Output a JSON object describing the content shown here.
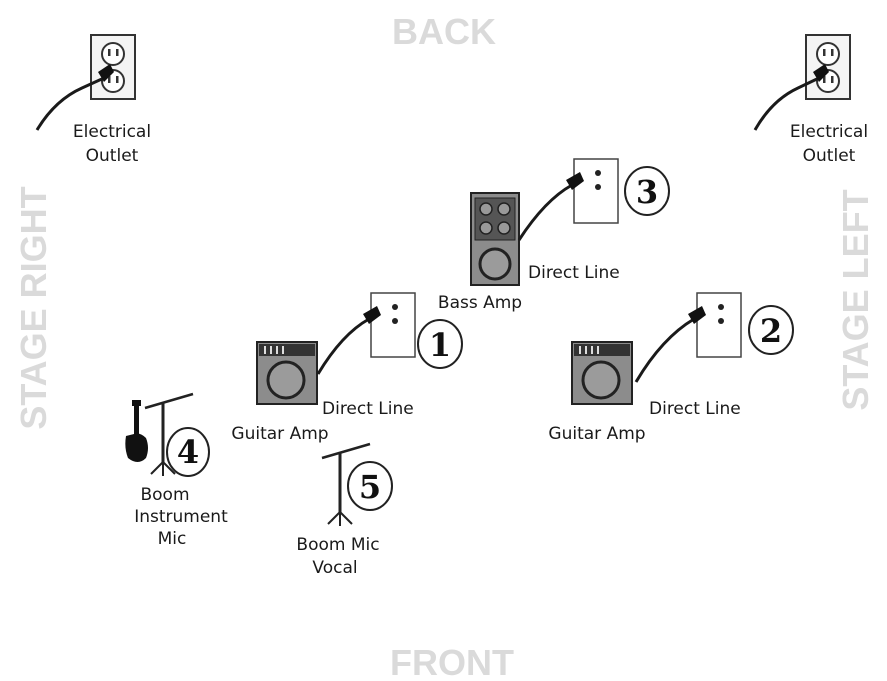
{
  "stage": {
    "back": "BACK",
    "front": "FRONT",
    "left": "STAGE LEFT",
    "right": "STAGE RIGHT"
  },
  "outlets": [
    {
      "line1": "Electrical",
      "line2": "Outlet"
    },
    {
      "line1": "Electrical",
      "line2": "Outlet"
    }
  ],
  "direct_lines": [
    {
      "number": "1",
      "label": "Direct Line"
    },
    {
      "number": "2",
      "label": "Direct Line"
    },
    {
      "number": "3",
      "label": "Direct Line"
    }
  ],
  "amps": {
    "bass": "Bass Amp",
    "guitar_left": "Guitar Amp",
    "guitar_right": "Guitar Amp"
  },
  "mics": [
    {
      "number": "4",
      "line1": "Boom",
      "line2": "Instrument",
      "line3": "Mic"
    },
    {
      "number": "5",
      "line1": "Boom Mic",
      "line2": "Vocal"
    }
  ],
  "colors": {
    "edge_text": "#dadada",
    "ink": "#1a1a1a",
    "amp_grey": "#8c8c8c"
  }
}
